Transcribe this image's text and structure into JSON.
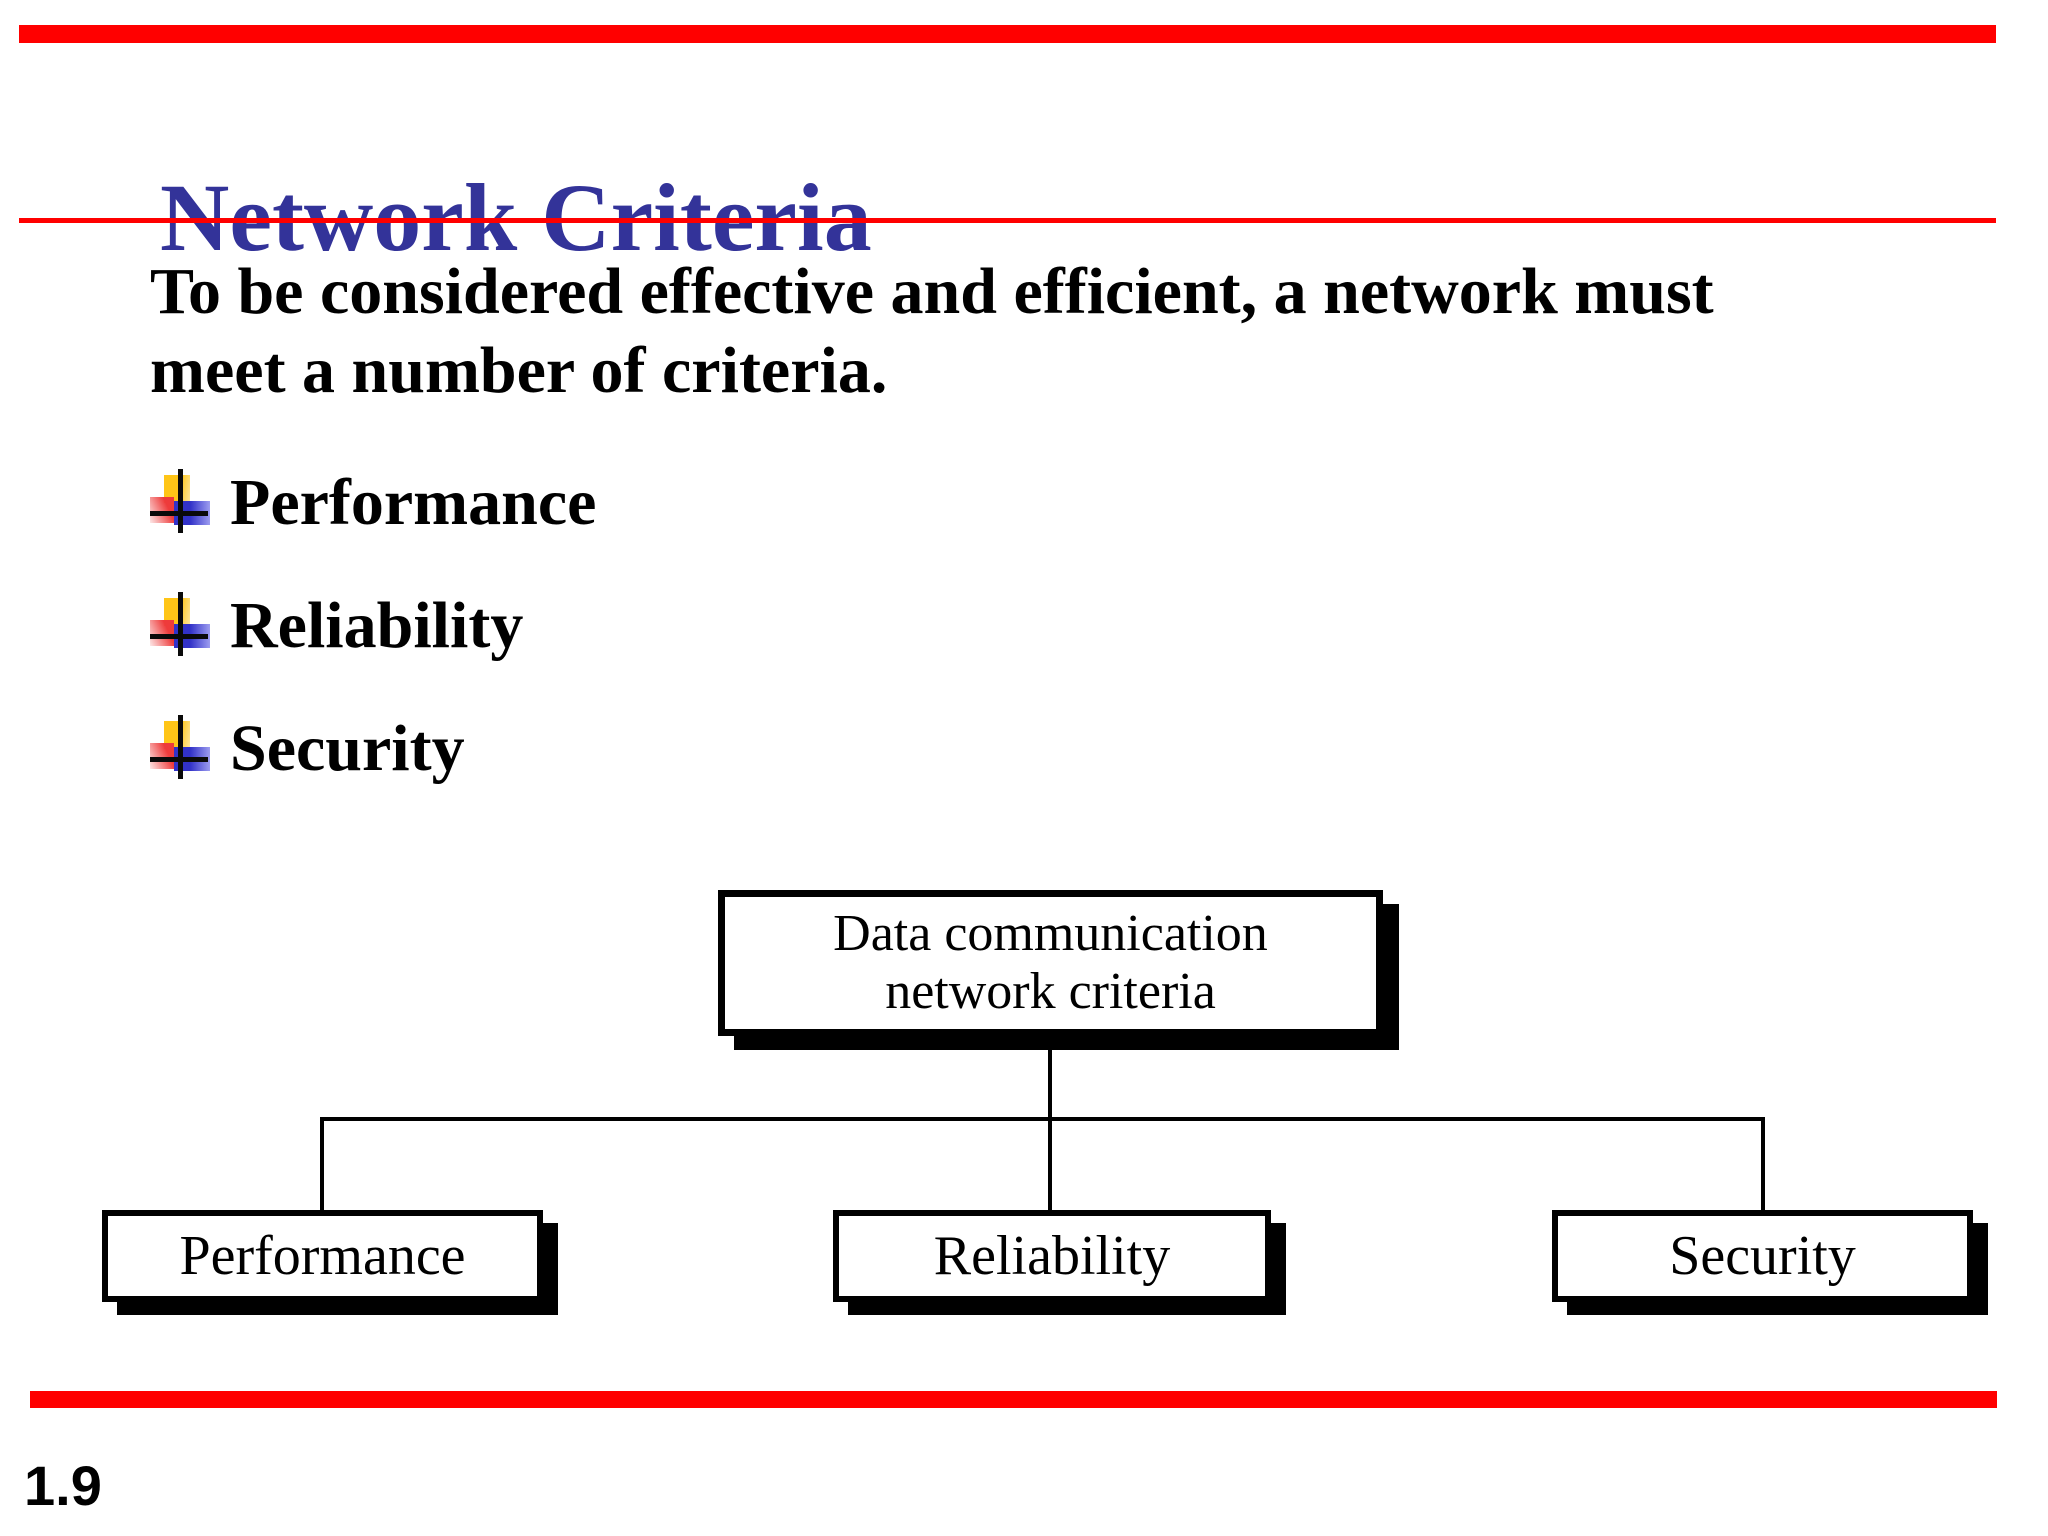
{
  "slide": {
    "title": "Network Criteria",
    "intro": {
      "line1": "To be considered effective and efficient, a network must",
      "line2": "meet a number of criteria."
    },
    "bullets": [
      {
        "label": "Performance"
      },
      {
        "label": "Reliability"
      },
      {
        "label": "Security"
      }
    ],
    "page_number": "1.9"
  },
  "diagram": {
    "root": {
      "line1": "Data communication",
      "line2": "network criteria"
    },
    "children": [
      {
        "label": "Performance"
      },
      {
        "label": "Reliability"
      },
      {
        "label": "Security"
      }
    ]
  },
  "icons": {
    "bullet": "plus-cross-bullet-icon"
  },
  "colors": {
    "accent_red": "#ff0000",
    "title_blue": "#333399",
    "text_black": "#000000",
    "bullet_yellow": "#ffc517",
    "bullet_red": "#ee3b3b",
    "bullet_blue": "#3232c8"
  }
}
